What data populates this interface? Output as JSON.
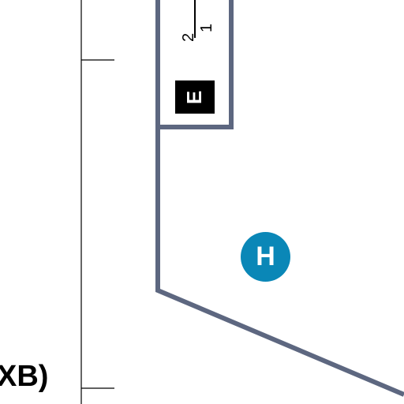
{
  "colors": {
    "building_outline": "#5d6780",
    "helipad": "#0a87b7",
    "ink": "#000000",
    "background": "#ffffff"
  },
  "labels": {
    "airport_code_fragment": "XB)",
    "fraction_top": "2",
    "fraction_bottom": "1",
    "sign_letter": "E",
    "helipad_letter": "H"
  },
  "icons": {
    "helipad": "helipad-icon",
    "sign": "location-sign-icon"
  }
}
